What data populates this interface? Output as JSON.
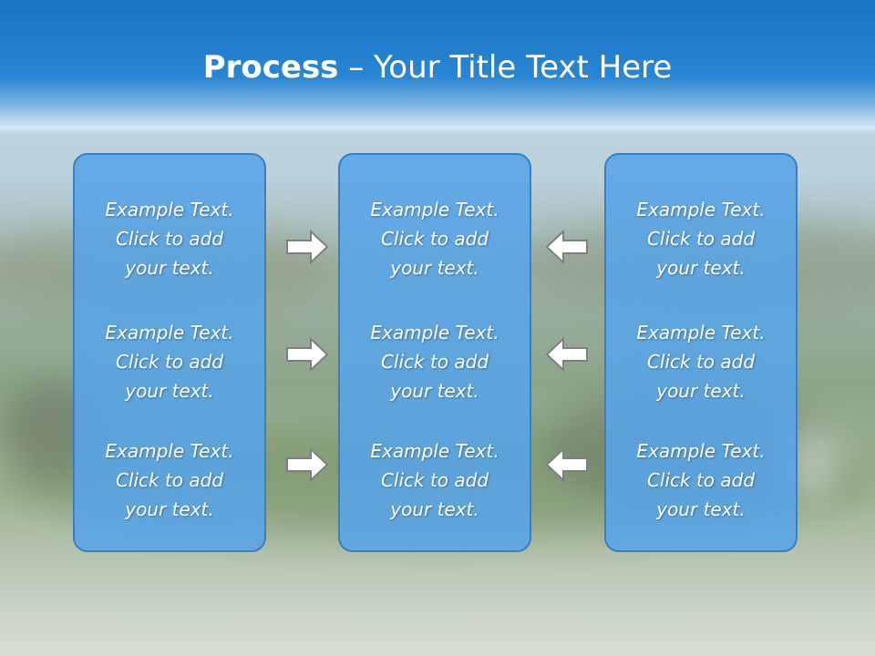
{
  "slide": {
    "title_bold": "Process",
    "title_rest": " – Your Title Text Here"
  },
  "panels": {
    "left": {
      "items": [
        "Example Text.\nClick  to add\nyour text.",
        "Example Text.\nClick  to add\nyour text.",
        "Example Text.\nClick  to add\nyour text."
      ]
    },
    "center": {
      "items": [
        "Example Text.\nClick  to add\nyour text.",
        "Example Text.\nClick  to add\nyour text.",
        "Example Text.\nClick  to add\nyour text."
      ]
    },
    "right": {
      "items": [
        "Example Text.\nClick  to add\nyour text.",
        "Example Text.\nClick  to add\nyour text.",
        "Example Text.\nClick  to add\nyour text."
      ]
    }
  },
  "colors": {
    "header": "#1874c4",
    "panel_fill": "#58a4e8",
    "panel_border": "#3b7fbf",
    "arrow_fill": "#ffffff",
    "arrow_stroke": "#7f7f7f"
  },
  "icons": {
    "right_arrows": "arrow-right-icon",
    "left_arrows": "arrow-left-icon"
  }
}
